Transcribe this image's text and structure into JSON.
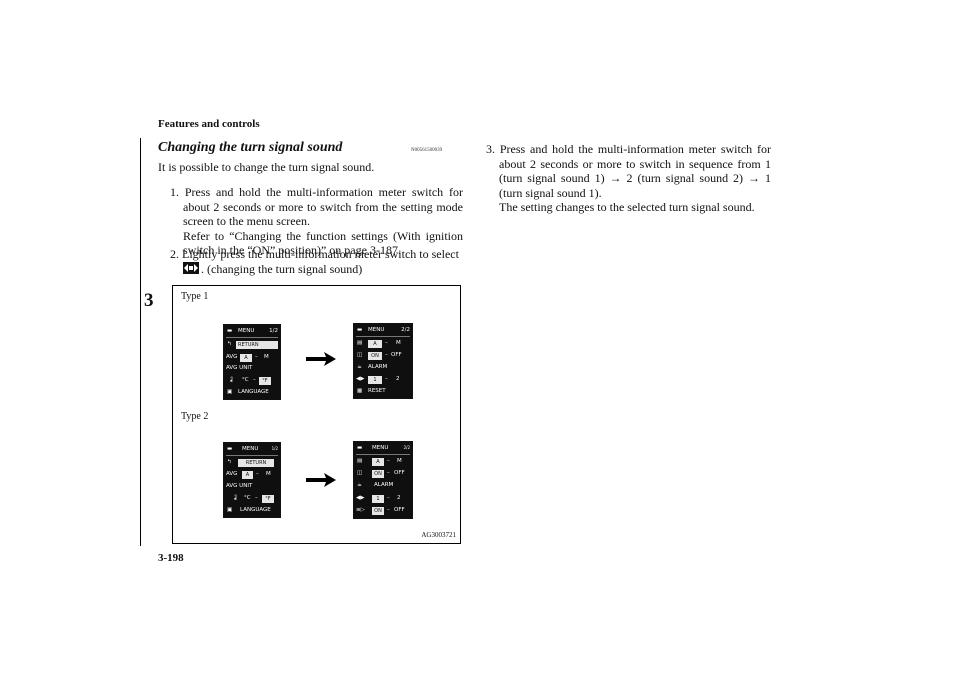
{
  "header": {
    "section": "Features and controls",
    "page_number": "3-198",
    "chapter": "3"
  },
  "section": {
    "title": "Changing the turn signal sound",
    "code": "N00561500039",
    "intro": "It is possible to change the turn signal sound."
  },
  "steps": {
    "s1_text": "1. Press and hold the multi-information meter switch for about 2 seconds or more to switch from the setting mode screen to the menu screen.",
    "s1_note": "Refer to “Changing the function settings (With ignition switch in the “ON” position)” on page 3-187.",
    "s2_text": "2. Lightly press the multi-information meter switch to select",
    "s2_tail": ". (changing the turn signal sound)",
    "s3_text": "3. Press and hold the multi-information meter switch for about 2 seconds or more to switch in sequence from 1 (turn signal sound 1) → 2 (turn signal sound 2) → 1 (turn signal sound 1).",
    "s3_note": "The setting changes to the selected turn signal sound."
  },
  "figure": {
    "type1_label": "Type 1",
    "type2_label": "Type 2",
    "figure_code": "AG3003721",
    "t1_left": {
      "menu": "MENU",
      "page": "1/2",
      "return": "RETURN",
      "avg": "AVG",
      "a": "A",
      "m": "M",
      "avg_unit": "AVG UNIT",
      "deg_c": "°C",
      "deg_f": "°F",
      "language": "LANGUAGE"
    },
    "t1_right": {
      "menu": "MENU",
      "page": "2/2",
      "a": "A",
      "m": "M",
      "on": "ON",
      "off": "OFF",
      "alarm": "ALARM",
      "one": "1",
      "two": "2",
      "reset": "RESET"
    },
    "t2_left": {
      "menu": "MENU",
      "page": "1/2",
      "return": "RETURN",
      "avg": "AVG",
      "a": "A",
      "m": "M",
      "avg_unit": "AVG UNIT",
      "deg_c": "°C",
      "deg_f": "°F",
      "language": "LANGUAGE"
    },
    "t2_right": {
      "menu": "MENU",
      "page": "2/2",
      "a": "A",
      "m": "M",
      "on": "ON",
      "off": "OFF",
      "alarm": "ALARM",
      "one": "1",
      "two": "2",
      "on2": "ON",
      "off2": "OFF"
    }
  }
}
